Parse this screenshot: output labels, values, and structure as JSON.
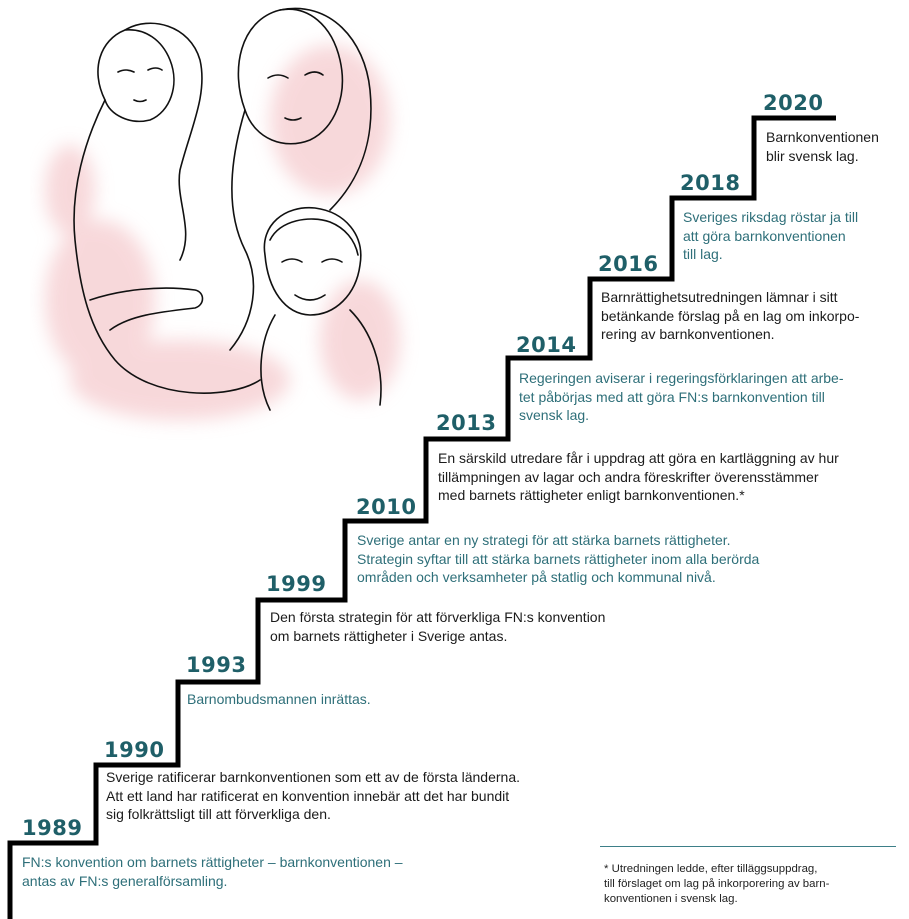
{
  "timeline": [
    {
      "year": "1989",
      "lines": [
        "FN:s konvention om barnets rättigheter – barnkonventionen –",
        "antas av FN:s generalförsamling."
      ],
      "tone": "teal"
    },
    {
      "year": "1990",
      "lines": [
        "Sverige ratificerar barnkonventionen som ett av de första länderna.",
        "Att ett land har ratificerat en konvention innebär att det har bundit",
        "sig folkrättsligt till att förverkliga den."
      ],
      "tone": "dark"
    },
    {
      "year": "1993",
      "lines": [
        "Barnombudsmannen inrättas."
      ],
      "tone": "teal"
    },
    {
      "year": "1999",
      "lines": [
        "Den första strategin för att förverkliga FN:s konvention",
        "om barnets rättigheter i Sverige antas."
      ],
      "tone": "dark"
    },
    {
      "year": "2010",
      "lines": [
        "Sverige antar en ny strategi för att stärka barnets rättigheter.",
        "Strategin syftar till att stärka barnets rättigheter inom alla berörda",
        "områden och verksamheter på statlig och kommunal nivå."
      ],
      "tone": "teal"
    },
    {
      "year": "2013",
      "lines": [
        "En särskild utredare får i uppdrag att göra en kartläggning av hur",
        "tillämpningen av lagar och andra föreskrifter överensstämmer",
        "med barnets rättigheter enligt barnkonventionen.*"
      ],
      "tone": "dark"
    },
    {
      "year": "2014",
      "lines": [
        "Regeringen aviserar i regeringsförklaringen att arbe-",
        "tet påbörjas med att göra FN:s barnkonvention till",
        "svensk lag."
      ],
      "tone": "teal"
    },
    {
      "year": "2016",
      "lines": [
        "Barnrättighetsutredningen lämnar i sitt",
        "betänkande förslag på en lag om inkorpo-",
        "rering av barnkonventionen."
      ],
      "tone": "dark"
    },
    {
      "year": "2018",
      "lines": [
        "Sveriges riksdag röstar ja till",
        "att göra barnkonventionen",
        "till lag."
      ],
      "tone": "teal"
    },
    {
      "year": "2020",
      "lines": [
        "Barnkonventionen",
        "blir svensk lag."
      ],
      "tone": "dark"
    }
  ],
  "footnote": {
    "lines": [
      "* Utredningen ledde, efter tilläggsuppdrag,",
      "till förslaget om lag på inkorporering av barn-",
      "konventionen i svensk lag."
    ]
  },
  "colors": {
    "year": "#1f5f68",
    "teal_text": "#2e6f79",
    "dark_text": "#1b1b1b",
    "stairs": "#000000",
    "watercolor": "#f2b9bd"
  },
  "illustration": {
    "icon": "line-drawing-three-girls-icon"
  }
}
